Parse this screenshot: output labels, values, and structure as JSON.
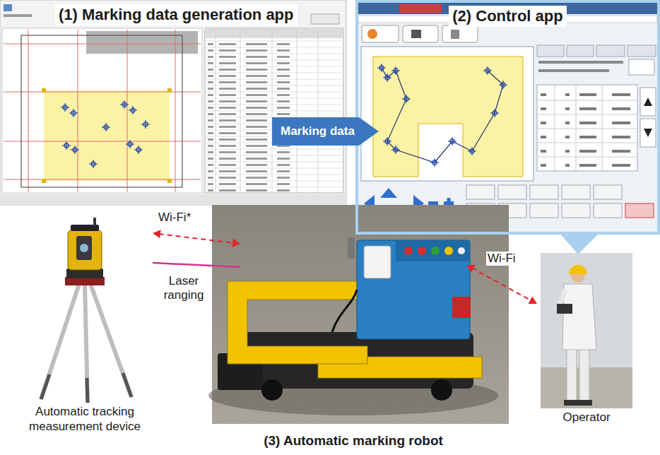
{
  "diagram": {
    "nodes": [
      {
        "text": [
          "(1) Marking data generation app"
        ]
      },
      {
        "text": [
          "(2) Control app"
        ]
      },
      {
        "text": [
          "Automatic tracking measurement device"
        ]
      },
      {
        "text": [
          "(3) Automatic marking robot"
        ]
      },
      {
        "text": [
          "Operator"
        ]
      }
    ],
    "edges": [
      {
        "from": 0,
        "to": 1,
        "label": "Marking data",
        "arrow": "to"
      },
      {
        "from": 2,
        "to": 3,
        "label": "Wi-Fi*",
        "arrow": "both"
      },
      {
        "from": 2,
        "to": 3,
        "label": "Laser ranging",
        "arrow": "none"
      },
      {
        "from": 3,
        "to": 4,
        "label": "Wi-Fi",
        "arrow": "both"
      }
    ]
  }
}
